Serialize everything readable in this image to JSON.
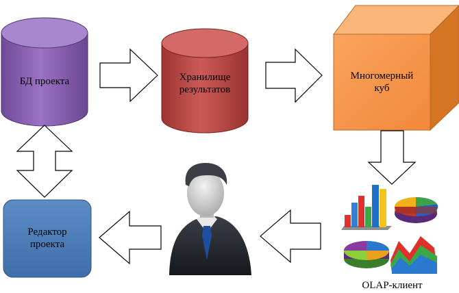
{
  "nodes": {
    "project_db": {
      "label": "БД проекта",
      "color": "#8e63b5"
    },
    "results_store": {
      "label_line1": "Хранилище",
      "label_line2": "результатов",
      "color": "#c0504d"
    },
    "cube": {
      "label_line1": "Многомерный",
      "label_line2": "куб",
      "color": "#f79646"
    },
    "project_editor": {
      "label_line1": "Редактор",
      "label_line2": "проекта",
      "color": "#4f81bd"
    },
    "olap_client": {
      "label": "OLAP-клиент"
    }
  },
  "icons": {
    "user": "businessman-icon",
    "charts": "charts-icon"
  }
}
